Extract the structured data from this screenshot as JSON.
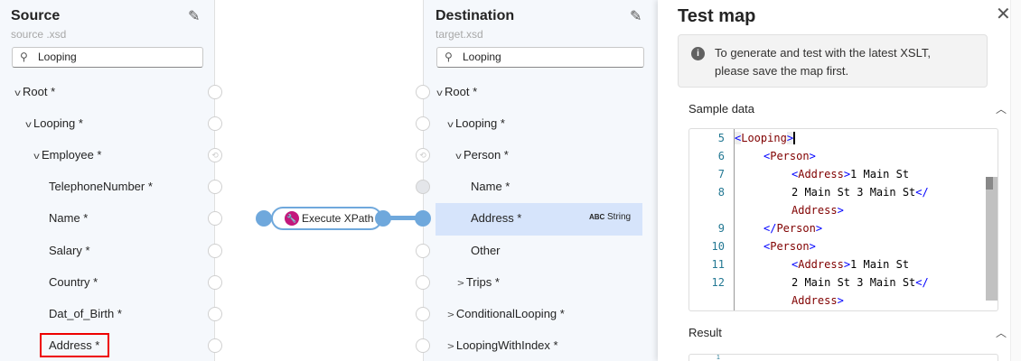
{
  "source": {
    "title": "Source",
    "subtitle": "source .xsd",
    "search_value": "Looping",
    "items": [
      {
        "label": "Root *",
        "expanded": true
      },
      {
        "label": "Looping *",
        "expanded": true
      },
      {
        "label": "Employee *",
        "expanded": true
      },
      {
        "label": "TelephoneNumber *"
      },
      {
        "label": "Name *"
      },
      {
        "label": "Salary *"
      },
      {
        "label": "Country *"
      },
      {
        "label": "Dat_of_Birth *"
      },
      {
        "label": "Address *"
      }
    ]
  },
  "function_node": {
    "label": "Execute XPath",
    "icon": "wrench-icon",
    "color": "#c3177c"
  },
  "destination": {
    "title": "Destination",
    "subtitle": "target.xsd",
    "search_value": "Looping",
    "items": [
      {
        "label": "Root *",
        "expanded": true
      },
      {
        "label": "Looping *",
        "expanded": true
      },
      {
        "label": "Person *",
        "expanded": true
      },
      {
        "label": "Name *"
      },
      {
        "label": "Address *",
        "type_badge": "ABC",
        "type": "String",
        "selected": true
      },
      {
        "label": "Other"
      },
      {
        "label": "Trips *",
        "expanded": false
      },
      {
        "label": "ConditionalLooping *",
        "expanded": false
      },
      {
        "label": "LoopingWithIndex *",
        "expanded": false
      }
    ]
  },
  "test_map": {
    "title": "Test map",
    "info_line1": "To generate and test with the latest XSLT,",
    "info_line2": "please save the map first.",
    "sample_data_label": "Sample data",
    "result_label": "Result",
    "line_numbers": [
      "5",
      "6",
      "7",
      "",
      "8",
      "",
      "9",
      "10",
      "11",
      "",
      "12",
      "",
      ""
    ],
    "code": {
      "l5": "Looping",
      "l6": "Person",
      "addr_tag": "Address",
      "addr_text1": "1 Main St",
      "addr_text2": "2 Main St 3 Main St",
      "addr_close": "Address",
      "person_close": "Person"
    },
    "result_line": "1"
  }
}
